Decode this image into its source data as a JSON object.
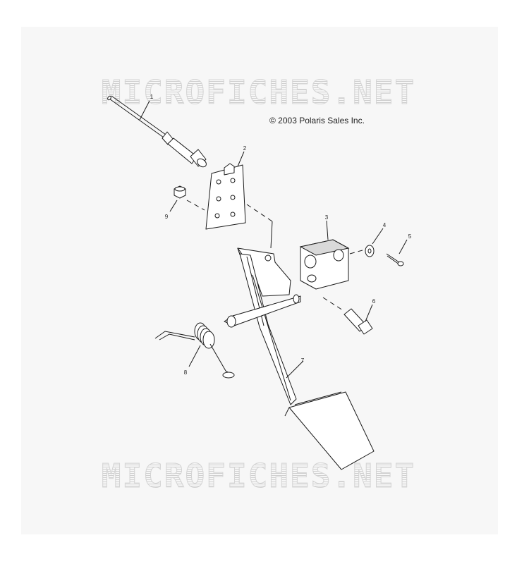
{
  "watermark": {
    "text": "MICROFICHES.NET"
  },
  "copyright": "© 2003 Polaris Sales Inc.",
  "callouts": [
    {
      "number": "1",
      "part": "cable-rod"
    },
    {
      "number": "2",
      "part": "mounting-bracket"
    },
    {
      "number": "3",
      "part": "pivot-block"
    },
    {
      "number": "4",
      "part": "washer"
    },
    {
      "number": "5",
      "part": "cotter-pin"
    },
    {
      "number": "6",
      "part": "bolt"
    },
    {
      "number": "7",
      "part": "pedal"
    },
    {
      "number": "8",
      "part": "torsion-spring"
    },
    {
      "number": "9",
      "part": "nut"
    }
  ]
}
